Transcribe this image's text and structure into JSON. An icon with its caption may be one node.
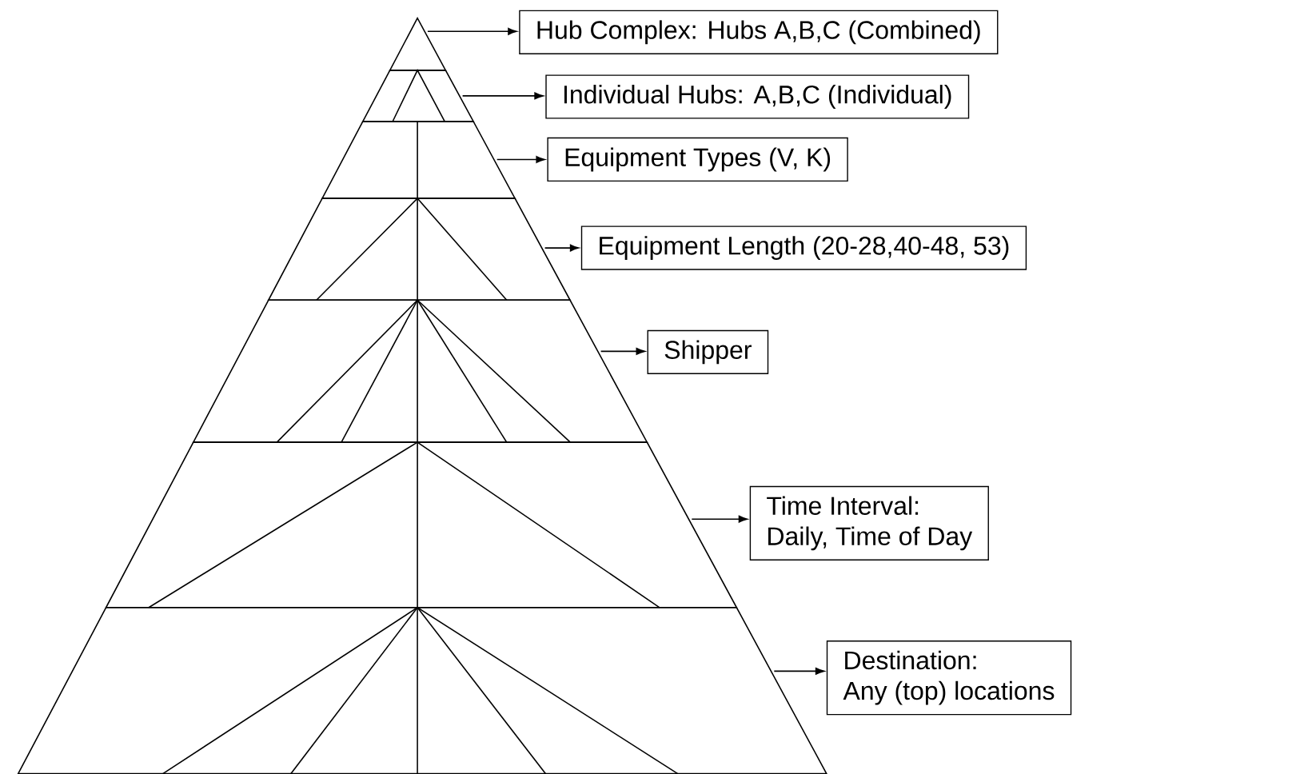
{
  "diagram": {
    "nodes": [
      {
        "text": [],
        "shape": "triangle"
      },
      {
        "text": [],
        "shape": "trapezoid"
      },
      {
        "text": [],
        "shape": "trapezoid"
      },
      {
        "text": [],
        "shape": "trapezoid"
      },
      {
        "text": [],
        "shape": "trapezoid"
      },
      {
        "text": [],
        "shape": "trapezoid"
      },
      {
        "text": [],
        "shape": "trapezoid"
      },
      {
        "text": [
          "Hub Complex: Hubs A,B,C (Combined)"
        ]
      },
      {
        "text": [
          "Individual Hubs: A,B,C (Individual)"
        ]
      },
      {
        "text": [
          "Equipment Types (V, K)"
        ]
      },
      {
        "text": [
          "Equipment Length (20-28,40-48, 53)"
        ]
      },
      {
        "text": [
          "Shipper"
        ]
      },
      {
        "text": [
          "Time Interval:",
          "Daily, Time of Day"
        ]
      },
      {
        "text": [
          "Destination:",
          "Any (top) locations"
        ]
      }
    ],
    "edges": [
      {
        "from": 0,
        "to": 7,
        "arrow": "to"
      },
      {
        "from": 1,
        "to": 8,
        "arrow": "to"
      },
      {
        "from": 2,
        "to": 9,
        "arrow": "to"
      },
      {
        "from": 3,
        "to": 10,
        "arrow": "to"
      },
      {
        "from": 4,
        "to": 11,
        "arrow": "to"
      },
      {
        "from": 5,
        "to": 12,
        "arrow": "to"
      },
      {
        "from": 6,
        "to": 13,
        "arrow": "to"
      }
    ]
  }
}
